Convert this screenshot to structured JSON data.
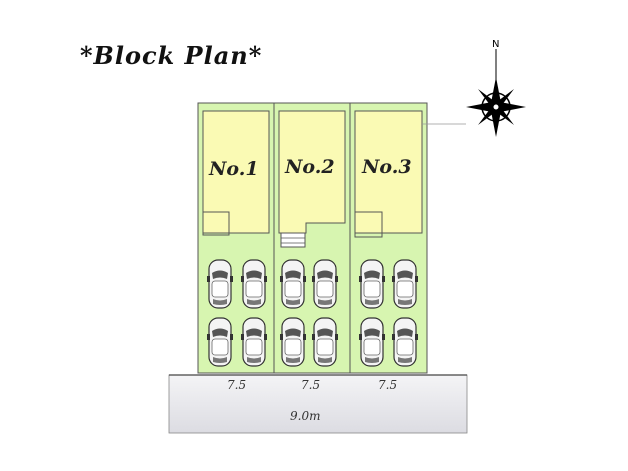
{
  "title": "*Block Plan*",
  "compass": {
    "north_label": "N"
  },
  "lots": [
    {
      "label": "No.1",
      "frontage": "7.5",
      "cars": 4
    },
    {
      "label": "No.2",
      "frontage": "7.5",
      "cars": 4
    },
    {
      "label": "No.3",
      "frontage": "7.5",
      "cars": 4
    }
  ],
  "road": {
    "width_label": "9.0m"
  },
  "colors": {
    "lot_green": "#d7f5b0",
    "building_yellow": "#fafab4",
    "road_gray": "#e8e8ec",
    "line": "#555555"
  }
}
